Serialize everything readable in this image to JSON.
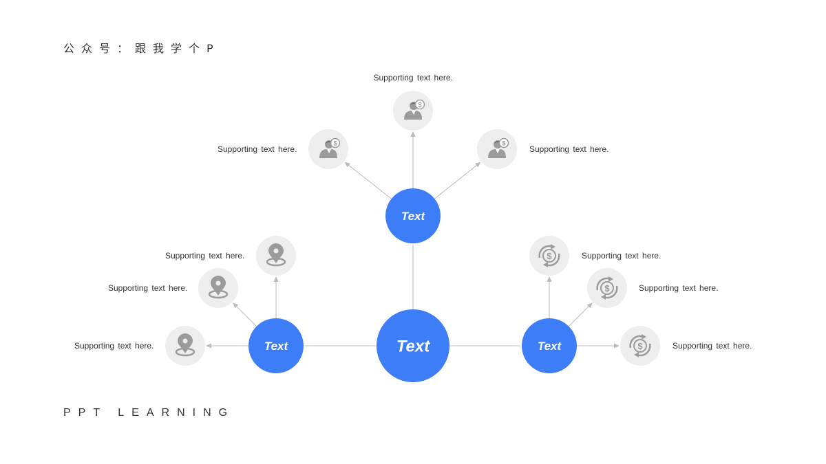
{
  "header": {
    "text": "公众号：跟我学个P"
  },
  "footer": {
    "text": "PPT LEARNING"
  },
  "colors": {
    "accent": "#3D7DF7",
    "icon_bg": "#EEEEEE",
    "icon_fg": "#9B9B9B",
    "line": "#BBBBBB"
  },
  "center": {
    "label": "Text"
  },
  "branches": [
    {
      "id": "top",
      "label": "Text",
      "icon": "person-dollar-icon",
      "items": [
        {
          "text": "Supporting text here."
        },
        {
          "text": "Supporting text here."
        },
        {
          "text": "Supporting text here."
        }
      ]
    },
    {
      "id": "left",
      "label": "Text",
      "icon": "location-pin-icon",
      "items": [
        {
          "text": "Supporting text here."
        },
        {
          "text": "Supporting text here."
        },
        {
          "text": "Supporting text here."
        }
      ]
    },
    {
      "id": "right",
      "label": "Text",
      "icon": "dollar-cycle-icon",
      "items": [
        {
          "text": "Supporting text here."
        },
        {
          "text": "Supporting text here."
        },
        {
          "text": "Supporting text here."
        }
      ]
    }
  ]
}
